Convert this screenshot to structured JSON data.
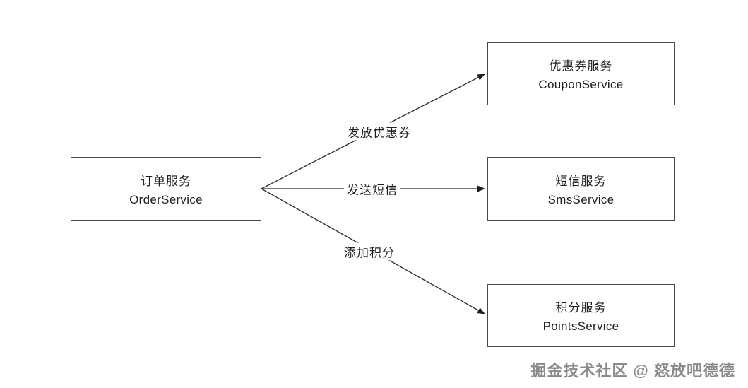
{
  "diagram": {
    "nodes": {
      "order": {
        "name_cn": "订单服务",
        "name_en": "OrderService"
      },
      "coupon": {
        "name_cn": "优惠券服务",
        "name_en": "CouponService"
      },
      "sms": {
        "name_cn": "短信服务",
        "name_en": "SmsService"
      },
      "points": {
        "name_cn": "积分服务",
        "name_en": "PointsService"
      }
    },
    "edges": {
      "coupon": {
        "label": "发放优惠券"
      },
      "sms": {
        "label": "发送短信"
      },
      "points": {
        "label": "添加积分"
      }
    }
  },
  "watermark": "掘金技术社区 @ 怒放吧德德"
}
